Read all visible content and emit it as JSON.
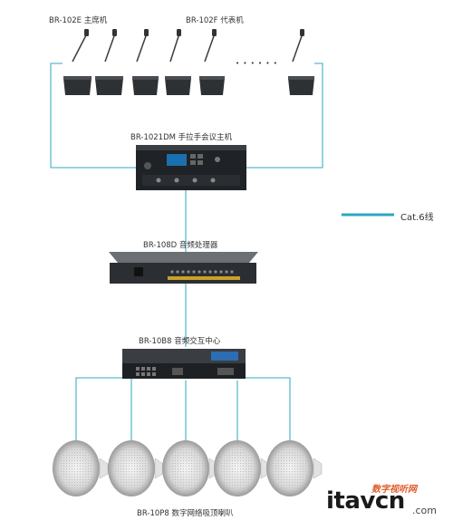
{
  "labels": {
    "chairman": "BR-102E 主席机",
    "delegate": "BR-102F 代表机",
    "host": "BR-1021DM 手拉手会议主机",
    "processor": "BR-108D 音频处理器",
    "exchange": "BR-10B8 音频交互中心",
    "speakers": "BR-10P8 数字网络吸顶喇叭",
    "ellipsis": "• • • • • •"
  },
  "legend": {
    "label": "Cat.6线",
    "color": "#2aa7c0"
  },
  "watermark": {
    "brand_top": "数字视听网",
    "brand_main": "itavcn",
    "brand_domain": ".com"
  },
  "colors": {
    "line": "#5bb9cf",
    "device": "#2c2f33",
    "mic": "#444"
  }
}
